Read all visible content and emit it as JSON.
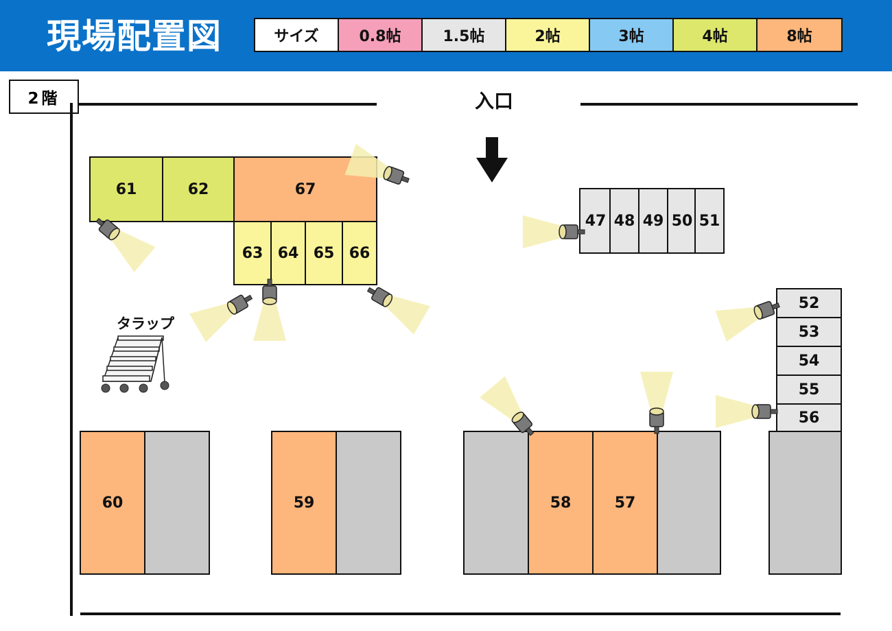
{
  "header": {
    "title": "現場配置図"
  },
  "legend": {
    "label": "サイズ",
    "items": [
      {
        "text": "0.8帖",
        "color": "#f59fb9"
      },
      {
        "text": "1.5帖",
        "color": "#e6e6e6"
      },
      {
        "text": "2帖",
        "color": "#faf59a"
      },
      {
        "text": "3帖",
        "color": "#86c9f3"
      },
      {
        "text": "4帖",
        "color": "#dde76c"
      },
      {
        "text": "8帖",
        "color": "#fdb67c"
      }
    ]
  },
  "floor": {
    "label": "2階"
  },
  "entrance": {
    "label": "入口"
  },
  "tarp": {
    "label": "タラップ"
  },
  "booths": {
    "b61": "61",
    "b62": "62",
    "b67": "67",
    "b63": "63",
    "b64": "64",
    "b65": "65",
    "b66": "66",
    "b47": "47",
    "b48": "48",
    "b49": "49",
    "b50": "50",
    "b51": "51",
    "b52": "52",
    "b53": "53",
    "b54": "54",
    "b55": "55",
    "b56": "56",
    "b60": "60",
    "b59": "59",
    "b58": "58",
    "b57": "57"
  }
}
